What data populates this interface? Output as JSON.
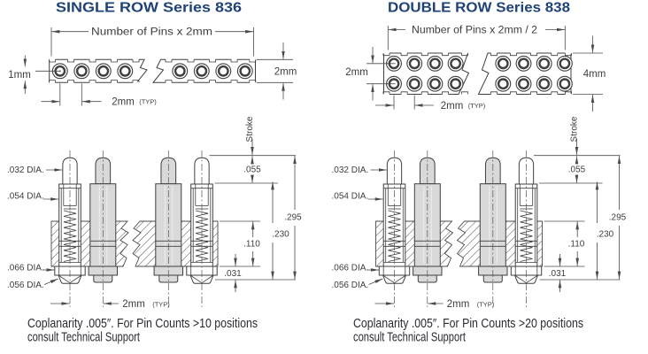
{
  "left": {
    "title": "SINGLE ROW Series 836",
    "top_view": {
      "length_label": "Number of Pins x 2mm",
      "pin_offset_label": "1mm",
      "body_height_label": "2mm",
      "pitch_label": "2mm",
      "pitch_qualifier": "(TYP)"
    },
    "note_line1": "Coplanarity .005″. For Pin Counts >10 positions",
    "note_line2": "consult Technical Support"
  },
  "right": {
    "title": "DOUBLE ROW Series 838",
    "top_view": {
      "length_label": "Number of Pins x 2mm / 2",
      "row_spacing_label": "2mm",
      "body_height_label": "4mm",
      "pitch_label": "2mm",
      "pitch_qualifier": "(TYP)"
    },
    "note_line1": "Coplanarity .005″. For Pin Counts >20 positions",
    "note_line2": "consult Technical Support"
  },
  "side_view": {
    "dia_032": ".032 DIA.",
    "dia_054": ".054 DIA.",
    "dia_066": ".066 DIA.",
    "dia_056": ".056 DIA.",
    "stroke_label": "Stroke",
    "dim_055": ".055",
    "dim_295": ".295",
    "dim_230": ".230",
    "dim_110": ".110",
    "dim_031": ".031",
    "pitch_label": "2mm",
    "pitch_qualifier": "(TYP)"
  },
  "colors": {
    "title_blue": "#1f4278",
    "line_gray": "#4b4b4b",
    "pin_fill": "#d9d9d9",
    "text_gray": "#3d3d3d"
  }
}
